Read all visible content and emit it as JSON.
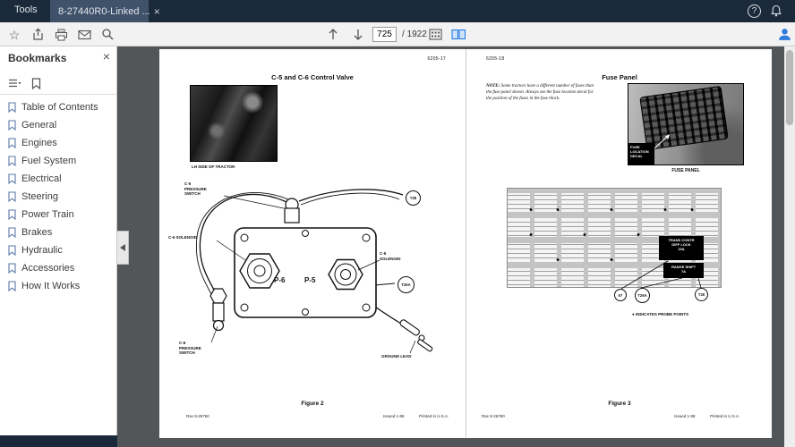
{
  "titlebar": {
    "tools_tab": "Tools",
    "doc_tab": "8-27440R0-Linked ...",
    "close_glyph": "×",
    "help_glyph": "?"
  },
  "toolbar": {
    "page_current": "725",
    "page_sep": "/",
    "page_total": "1922"
  },
  "sidebar": {
    "title": "Bookmarks",
    "close_glyph": "×",
    "items": [
      {
        "label": "Table of Contents"
      },
      {
        "label": "General"
      },
      {
        "label": "Engines"
      },
      {
        "label": "Fuel System"
      },
      {
        "label": "Electrical"
      },
      {
        "label": "Steering"
      },
      {
        "label": "Power Train"
      },
      {
        "label": "Brakes"
      },
      {
        "label": "Hydraulic"
      },
      {
        "label": "Accessories"
      },
      {
        "label": "How It Works"
      }
    ]
  },
  "left_page": {
    "code": "6205-17",
    "title": "C-5 and C-6 Control Valve",
    "photo_caption": "LH SIDE OF TRACTOR",
    "callout_c5_pressure": "C-5\nPRESSURE\nSWITCH",
    "callout_c6_solenoid": "C-6 SOLENOID",
    "callout_c5_solenoid": "C-5\nSOLENOID",
    "port_p6": "P-6",
    "port_p5": "P-5",
    "callout_c6_pressure": "C-6\nPRESSURE\nSWITCH",
    "callout_ground": "GROUND LEAD",
    "badge_t28": "T28",
    "badge_t26a": "T26A",
    "figure": "Figure 2",
    "footer_left": "Rac 8-26760",
    "footer_issued": "Issued 1-88",
    "footer_printed": "Printed in U.S.A."
  },
  "right_page": {
    "code": "6205-18",
    "title": "Fuse Panel",
    "note_label": "NOTE:",
    "note_text": " Some tractors have a different number of fuses than the fuse panel shown. Always see the fuse location decal for the position of the fuses in the fuse block.",
    "decal_label": "FUSE\nLOCATION\nDECAL",
    "photo_caption": "FUSE PANEL",
    "overlay_top": "TRANS CONTR\nDIFF LOCK\n15A",
    "overlay_bottom": "RANGE SHIFT\n7A",
    "badge_67": "67",
    "badge_t26a": "T26A",
    "badge_t26": "T26",
    "probe_note": "● INDICATES PROBE POINTS",
    "figure": "Figure 3",
    "footer_left": "Rac 8-26760",
    "footer_issued": "Issued 1-88",
    "footer_printed": "Printed in U.S.A."
  }
}
